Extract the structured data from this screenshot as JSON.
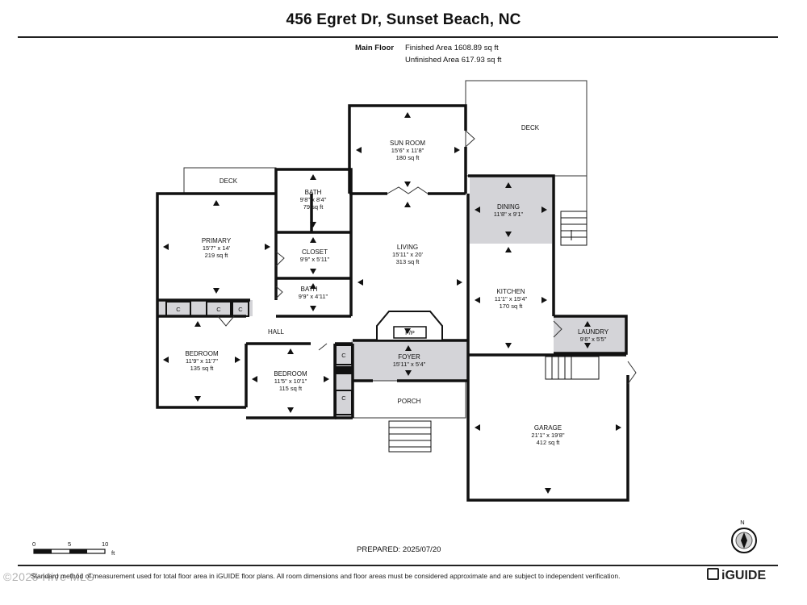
{
  "title": "456 Egret Dr, Sunset Beach, NC",
  "floor": {
    "label": "Main Floor",
    "finished": "Finished Area 1608.89 sq ft",
    "unfinished": "Unfinished Area 617.93 sq ft"
  },
  "rooms": {
    "sunroom": {
      "name": "SUN ROOM",
      "dim": "15'6\" x 11'8\"",
      "area": "180 sq ft"
    },
    "deck_top": {
      "name": "DECK"
    },
    "deck_left": {
      "name": "DECK"
    },
    "bath1": {
      "name": "BATH",
      "dim": "9'8\" x 8'4\"",
      "area": "79 sq ft"
    },
    "primary": {
      "name": "PRIMARY",
      "dim": "15'7\" x 14'",
      "area": "219 sq ft"
    },
    "closet": {
      "name": "CLOSET",
      "dim": "9'9\" x 5'11\""
    },
    "bath2": {
      "name": "BATH",
      "dim": "9'9\" x 4'11\""
    },
    "living": {
      "name": "LIVING",
      "dim": "15'11\" x 20'",
      "area": "313 sq ft"
    },
    "dining": {
      "name": "DINING",
      "dim": "11'8\" x 9'1\""
    },
    "kitchen": {
      "name": "KITCHEN",
      "dim": "11'1\" x 15'4\"",
      "area": "170 sq ft"
    },
    "laundry": {
      "name": "LAUNDRY",
      "dim": "9'6\" x 5'5\""
    },
    "hall": {
      "name": "HALL"
    },
    "fireplace": {
      "name": "F/P"
    },
    "bedroom1": {
      "name": "BEDROOM",
      "dim": "11'9\" x 11'7\"",
      "area": "135 sq ft"
    },
    "bedroom2": {
      "name": "BEDROOM",
      "dim": "11'5\" x 10'1\"",
      "area": "115 sq ft"
    },
    "foyer": {
      "name": "FOYER",
      "dim": "15'11\" x 5'4\""
    },
    "porch": {
      "name": "PORCH"
    },
    "garage": {
      "name": "GARAGE",
      "dim": "21'1\" x 19'8\"",
      "area": "412 sq ft"
    },
    "closet_label": "C"
  },
  "scale": {
    "t0": "0",
    "t5": "5",
    "t10": "10",
    "unit": "ft"
  },
  "compass": "N",
  "prepared": "PREPARED: 2025/07/20",
  "disclaimer": "Standard method of measurement used for total floor area in iGUIDE floor plans. All room dimensions and floor areas must be considered approximate and are subject to independent verification.",
  "watermark": "©2025 Hive MLS",
  "brand": "iGUIDE",
  "colors": {
    "shade": "#d4d4d8",
    "wall": "#111111"
  }
}
